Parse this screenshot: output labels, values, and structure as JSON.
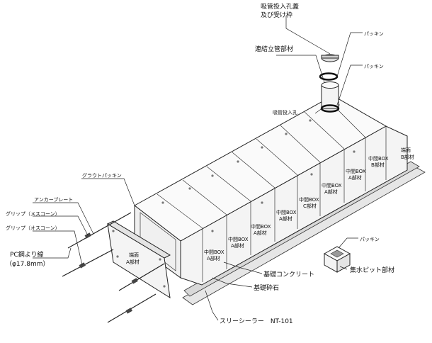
{
  "labels": {
    "intake_lid": "吸管投入孔蓋",
    "receiving_frame": "及び受け枠",
    "packing_top1": "パッキン",
    "riser_pipe": "連結立管部材",
    "packing_top2": "パッキン",
    "intake_hole": "吸管投入孔",
    "grout_packing": "グラウトパッキン",
    "anchor_plate": "アンカープレート",
    "grip_female": "グリップ（メスコーン）",
    "grip_male": "グリップ（オスコーン）",
    "pc_strand": "PC鋼より線",
    "pc_strand_dia": "（φ17.8mm）",
    "end_b_1": "端面",
    "end_b_2": "B部材",
    "end_a_1": "端面",
    "end_a_2": "A部材",
    "mid_b_1": "中間BOX",
    "mid_b_2": "B部材",
    "mid_a_1": "中間BOX",
    "mid_a_2": "A部材",
    "mid_c_1": "中間BOX",
    "mid_c_2": "C部材",
    "packing_pit": "パッキン",
    "pit_member": "集水ピット部材",
    "concrete_base": "基礎コンクリート",
    "gravel_base": "基礎砕石",
    "sealer": "スリーシーラー　NT-101"
  }
}
